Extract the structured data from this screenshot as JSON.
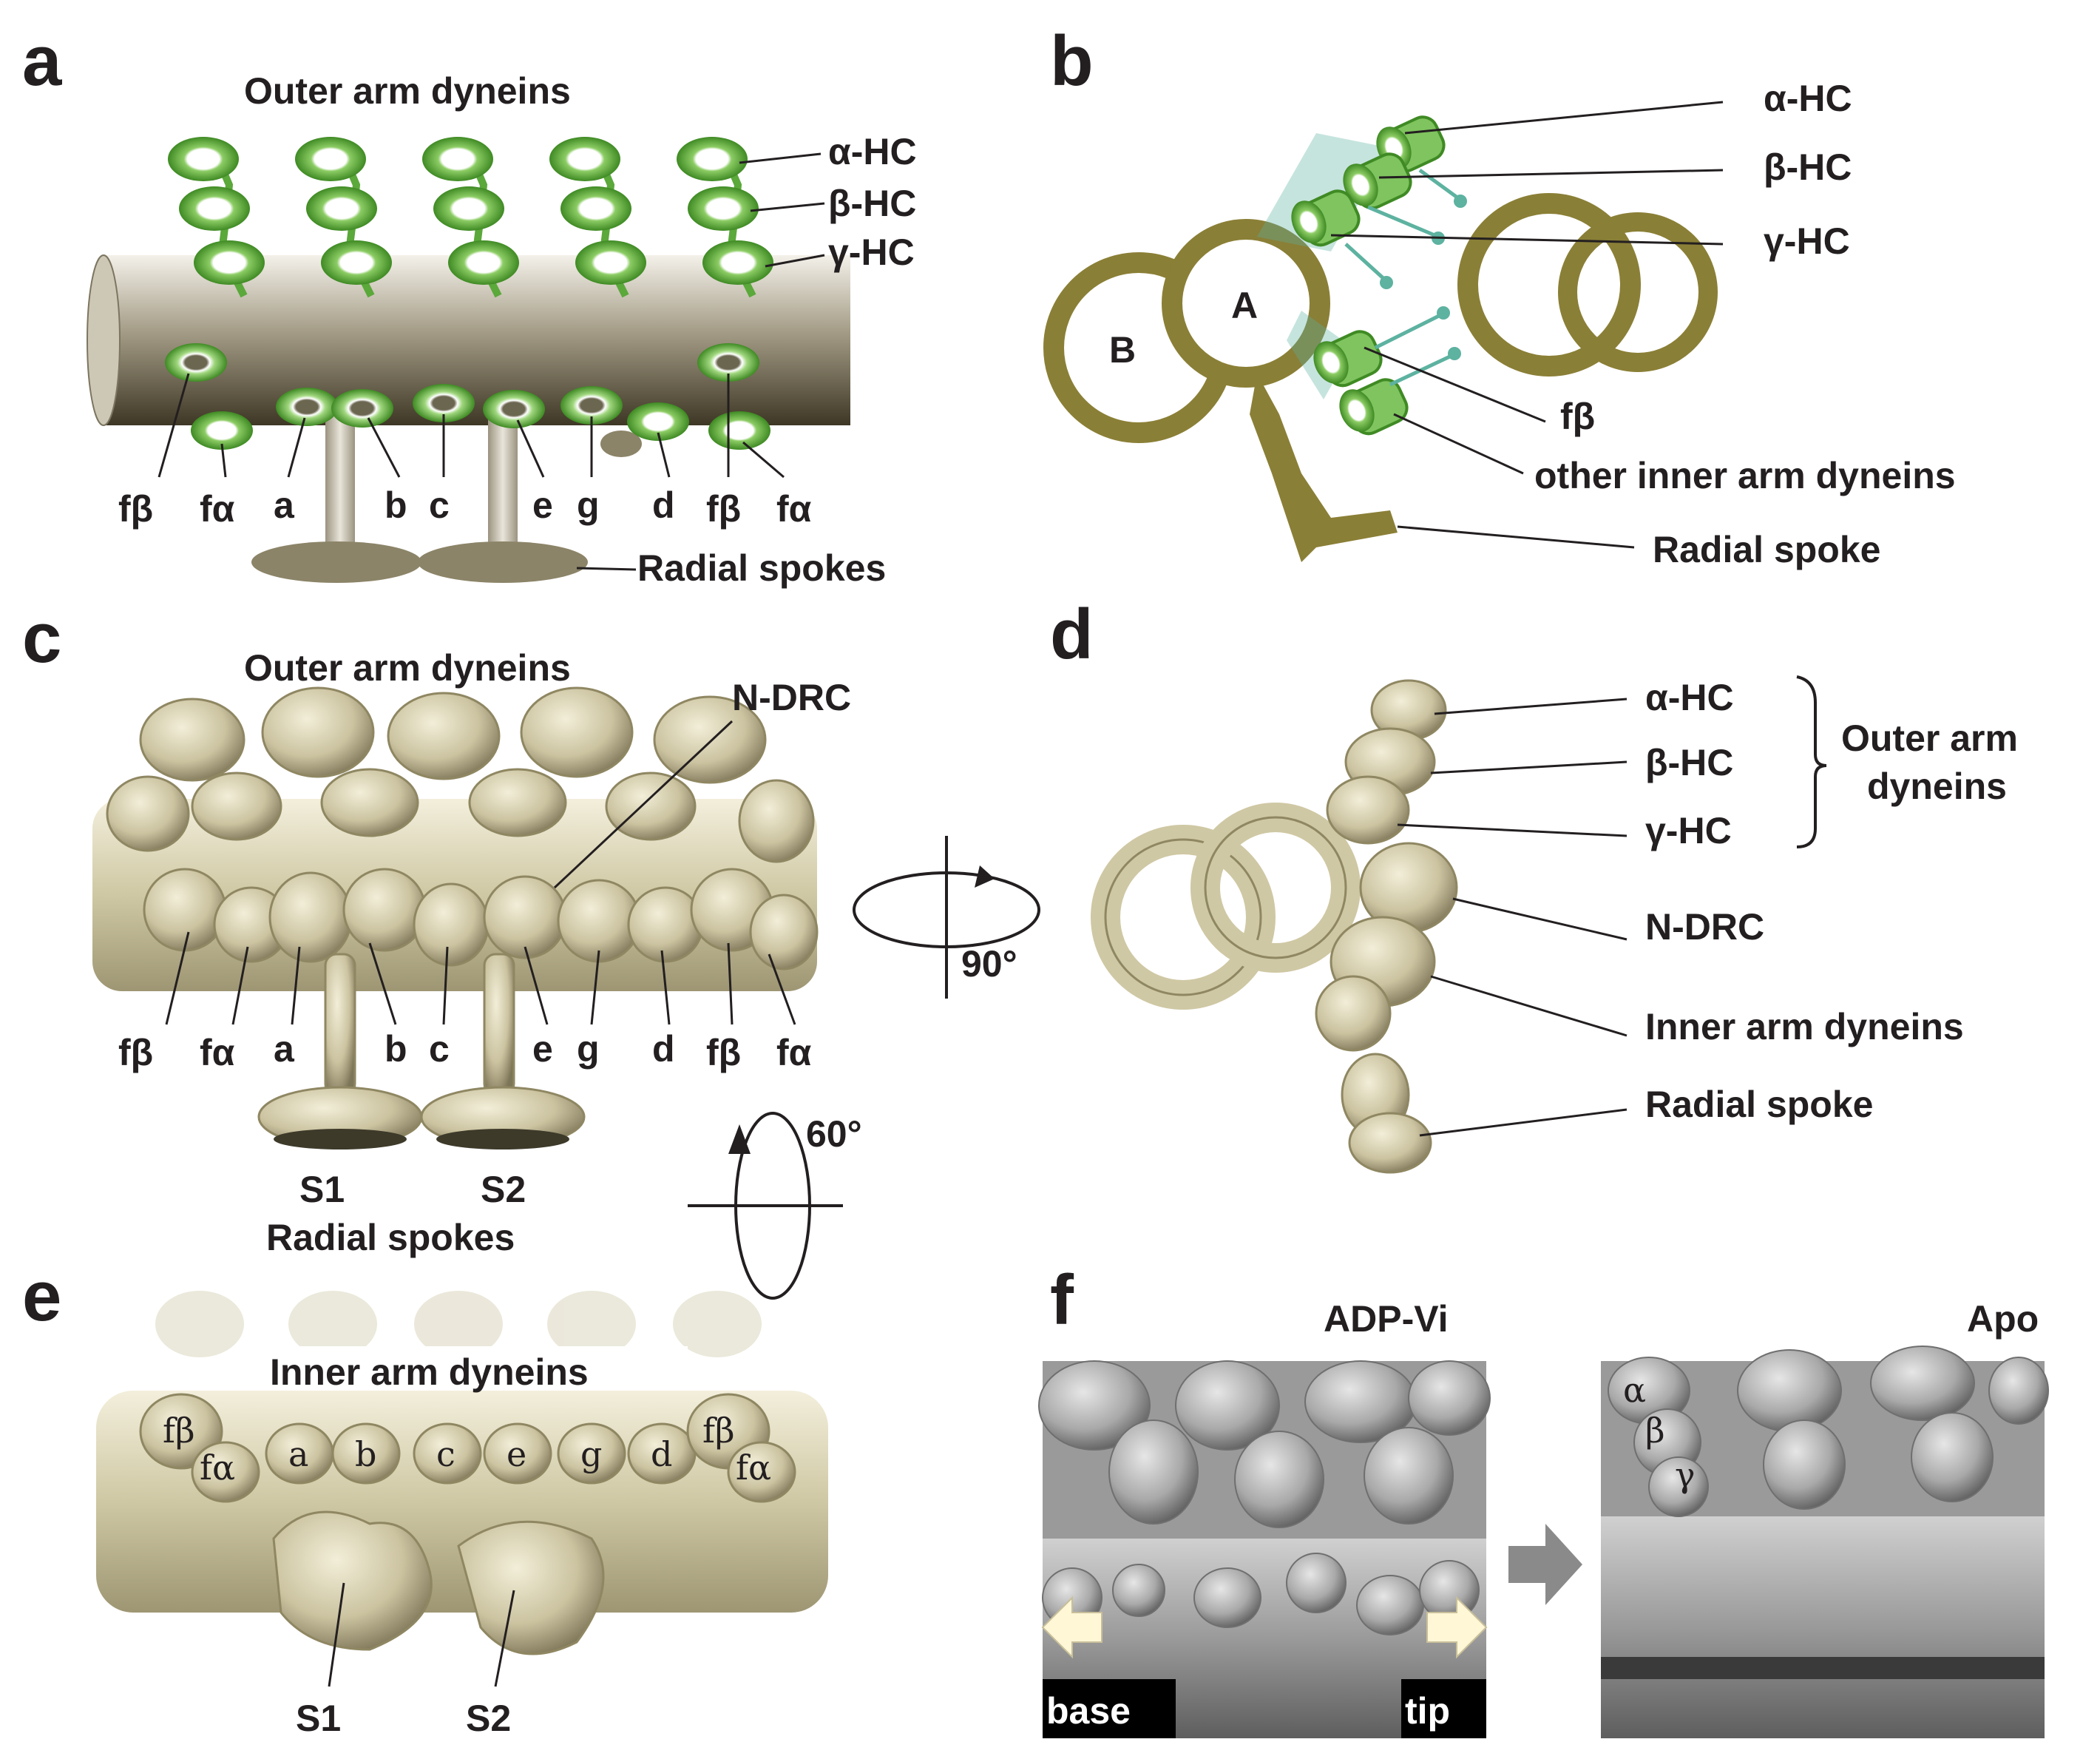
{
  "panels": {
    "a": {
      "letter": "a",
      "title": "Outer arm dyneins",
      "hc_labels": [
        "α-HC",
        "β-HC",
        "γ-HC"
      ],
      "inner_labels": [
        "fβ",
        "fα",
        "a",
        "b",
        "c",
        "e",
        "g",
        "d",
        "fβ",
        "fα"
      ],
      "spokes_label": "Radial spokes"
    },
    "b": {
      "letter": "b",
      "hc_labels": [
        "α-HC",
        "β-HC",
        "γ-HC"
      ],
      "doublet_A": "A",
      "doublet_B": "B",
      "fb_label": "fβ",
      "other_label": "other inner arm dyneins",
      "spoke_label": "Radial spoke"
    },
    "c": {
      "letter": "c",
      "title": "Outer arm dyneins",
      "ndrc_label": "N-DRC",
      "inner_labels": [
        "fβ",
        "fα",
        "a",
        "b",
        "c",
        "e",
        "g",
        "d",
        "fβ",
        "fα"
      ],
      "s1": "S1",
      "s2": "S2",
      "spokes_label": "Radial spokes"
    },
    "rotations": {
      "top": "90°",
      "bottom": "60°"
    },
    "d": {
      "letter": "d",
      "hc_labels": [
        "α-HC",
        "β-HC",
        "γ-HC"
      ],
      "outer_label_1": "Outer arm",
      "outer_label_2": "dyneins",
      "ndrc_label": "N-DRC",
      "inner_label": "Inner arm dyneins",
      "spoke_label": "Radial spoke"
    },
    "e": {
      "letter": "e",
      "title": "Inner arm dyneins",
      "inner_labels": [
        "fβ",
        "fα",
        "a",
        "b",
        "c",
        "e",
        "g",
        "d",
        "fβ",
        "fα"
      ],
      "s1": "S1",
      "s2": "S2"
    },
    "f": {
      "letter": "f",
      "left_title": "ADP-Vi",
      "right_title": "Apo",
      "base_label": "base",
      "tip_label": "tip",
      "greek": [
        "α",
        "β",
        "γ"
      ]
    }
  },
  "colors": {
    "green_dark": "#4d9a2e",
    "green_light": "#a6d785",
    "olive": "#8a7f36",
    "density": "#cfc8a4",
    "density_shade": "#8f8762",
    "gray_map": "#a8a8a8",
    "arrow_cream": "#fff7d6"
  }
}
